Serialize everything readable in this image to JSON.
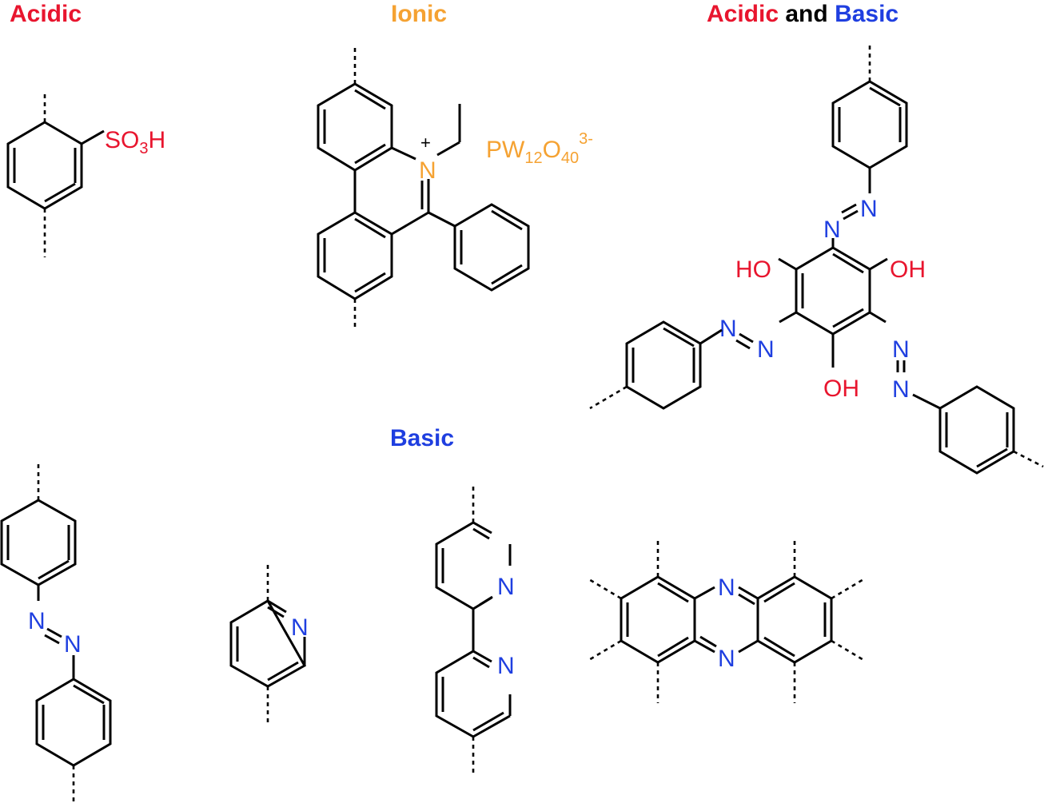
{
  "colors": {
    "acidic": "#e8152e",
    "ionic": "#f5a232",
    "basic": "#1f3fe0",
    "black": "#000000"
  },
  "headers": {
    "acidic": "Acidic",
    "ionic": "Ionic",
    "combo_acidic": "Acidic",
    "combo_and": "and",
    "combo_basic": "Basic",
    "basic": "Basic"
  },
  "labels": {
    "so3h_so": "SO",
    "so3h_3": "3",
    "so3h_h": "H",
    "n": "N",
    "plus": "+",
    "pw_p": "PW",
    "pw_12": "12",
    "pw_o": "O",
    "pw_40": "40",
    "pw_charge": "3-",
    "oh": "OH",
    "ho": "HO"
  }
}
